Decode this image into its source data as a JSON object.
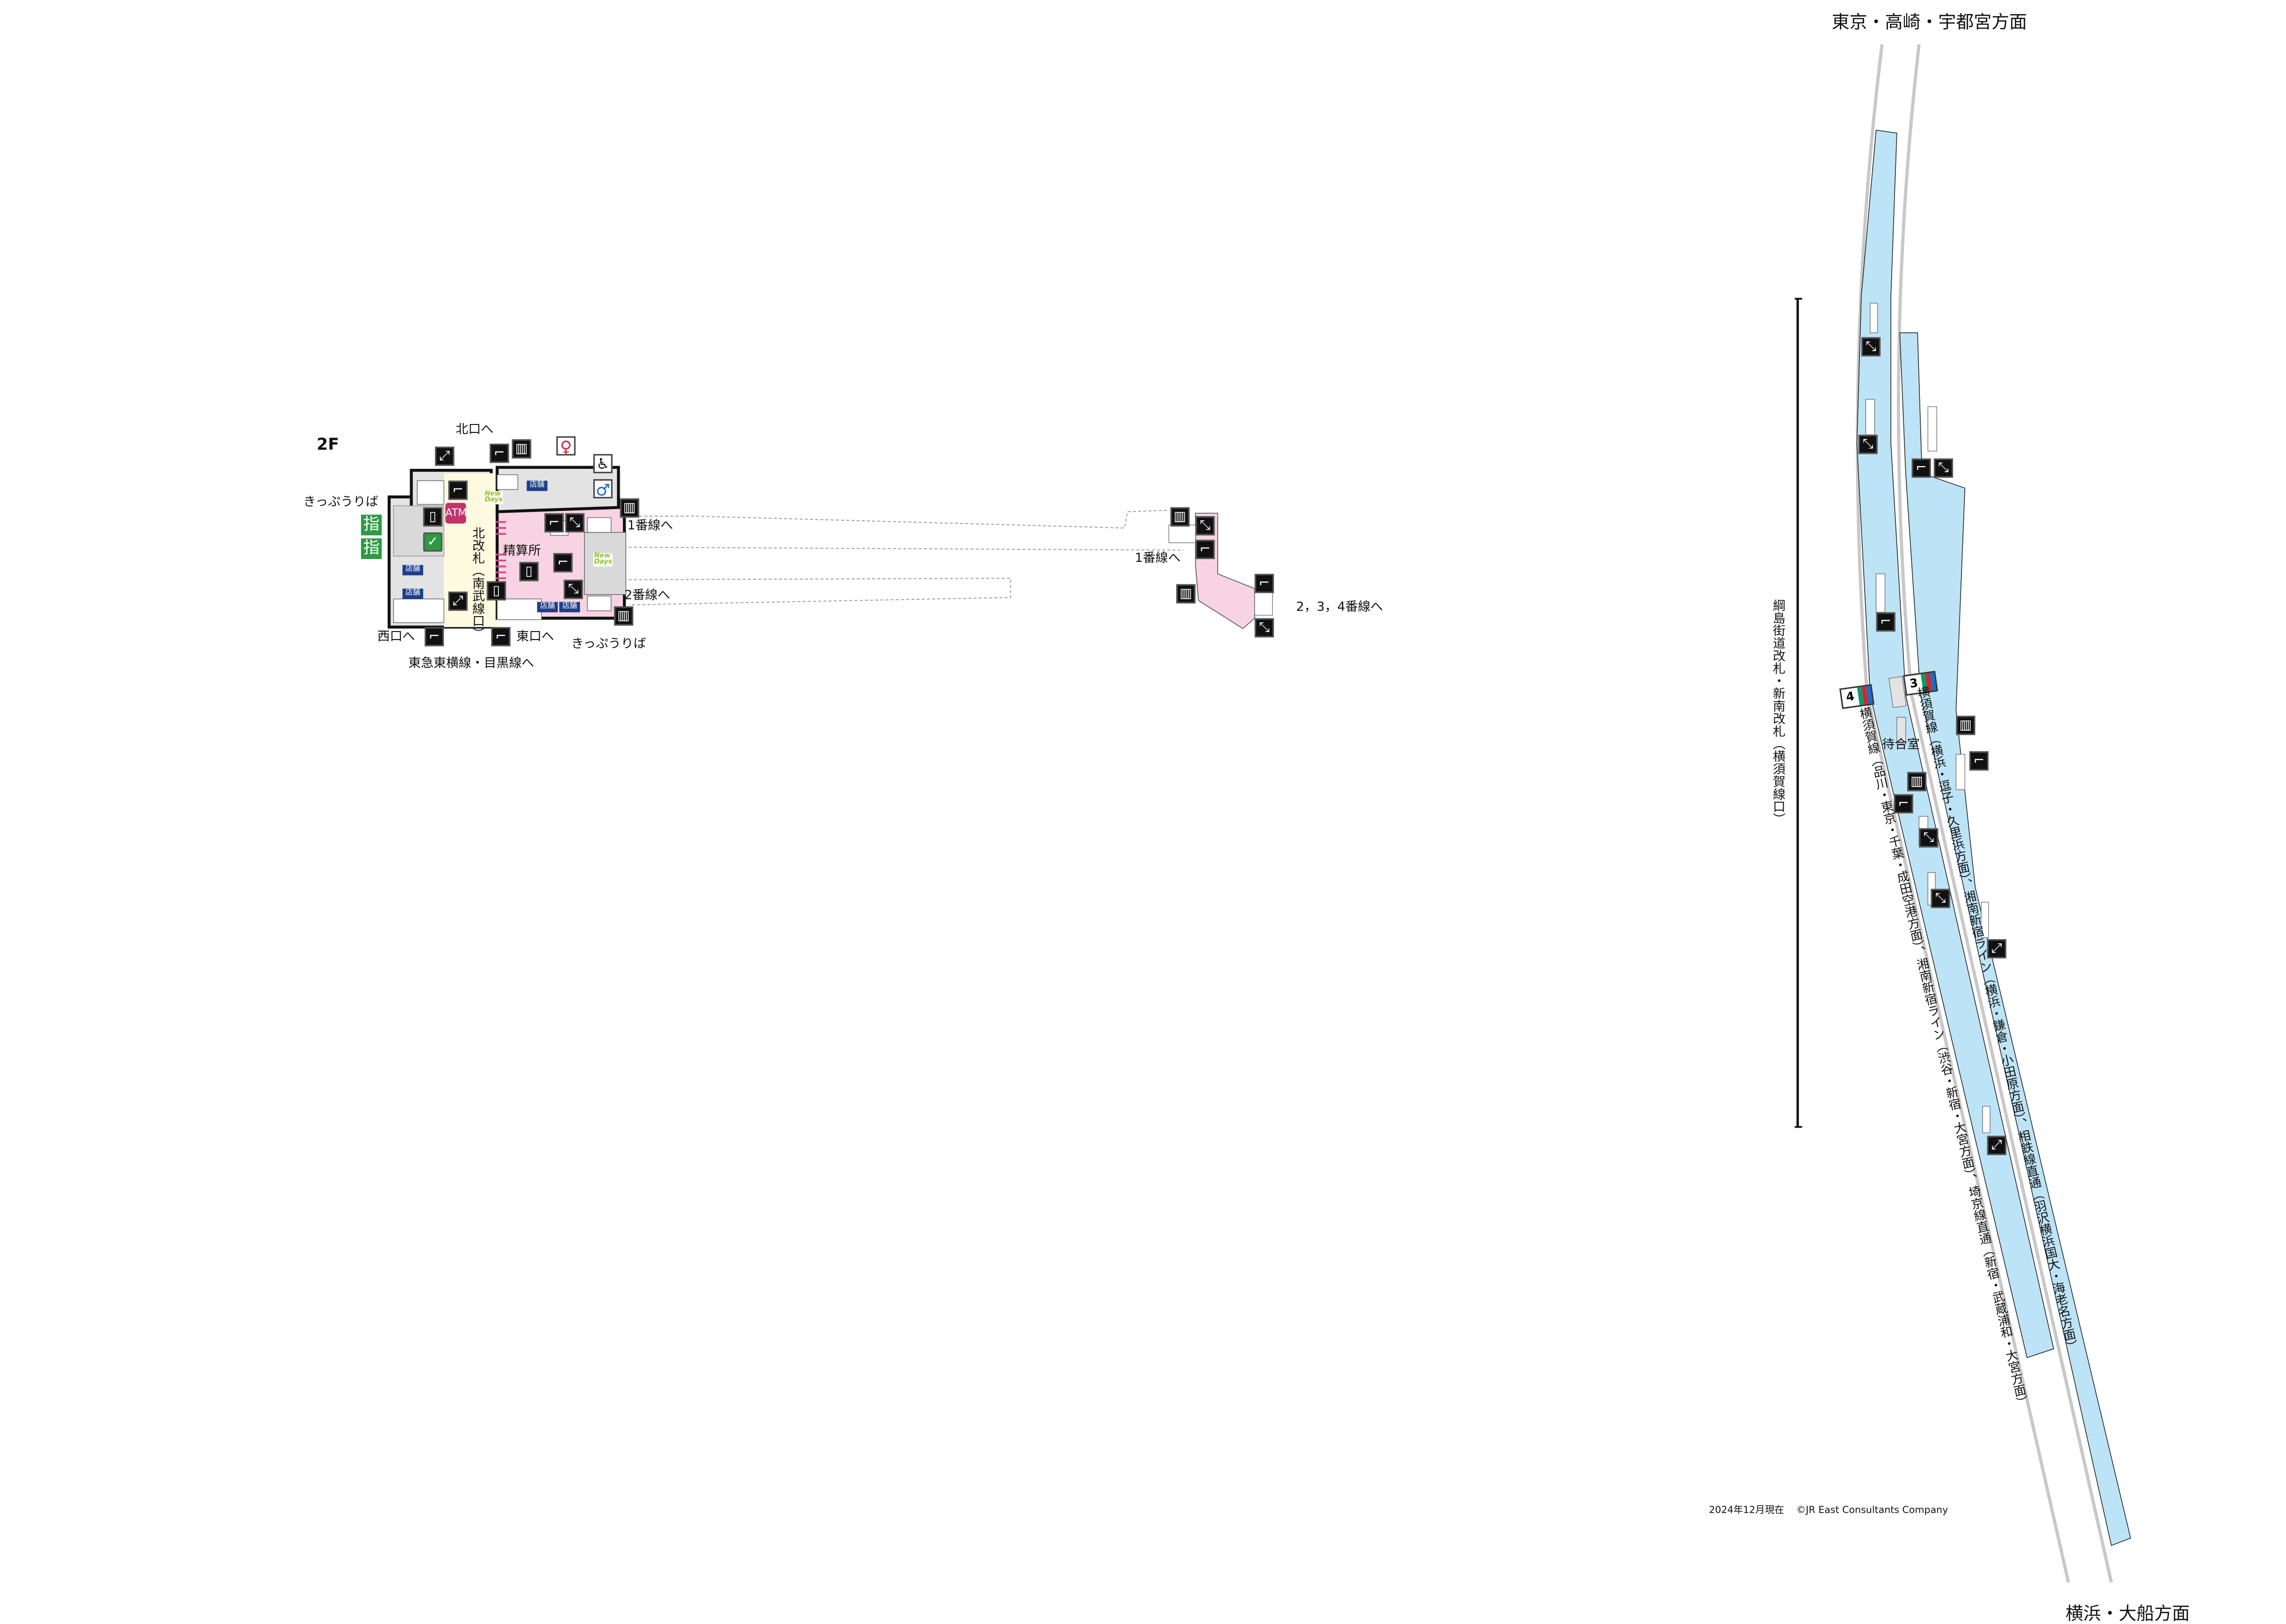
{
  "floor_label": "2F",
  "concourse": {
    "north_exit": "北口へ",
    "ticket_office_1": "きっぷうりば",
    "ticket_office_2": "きっぷうりば",
    "reserved_1": "指",
    "reserved_2": "指",
    "atm": "ATM",
    "north_gate": "北改札（南武線口）",
    "fare_adjust": "精算所",
    "shop": "店舗",
    "newdays_1": "New Days",
    "newdays_2": "New Days",
    "to_track1": "1番線へ",
    "to_track2": "2番線へ",
    "west_exit": "西口へ",
    "east_exit": "東口へ",
    "tokyu": "東急東横線・目黒線へ",
    "to_track1_b": "1番線へ",
    "to_tracks234": "2，3，4番線へ"
  },
  "platform": {
    "north_direction": "東京・高崎・宇都宮方面",
    "south_direction": "横浜・大船方面",
    "gate_label": "綱島街道改札・新南改札（横須賀線口）",
    "waiting_room": "待合室",
    "track4": {
      "number": "4",
      "lines": "横須賀線（品川・東京・千葉・成田空港方面）、湘南新宿ライン（渋谷・新宿・大宮方面）、埼京線直通（新宿・武蔵浦和・大宮方面）"
    },
    "track3": {
      "number": "3",
      "lines": "横須賀線（横浜・逗子・久里浜方面）、湘南新宿ライン（横浜・鎌倉・小田原方面）、相鉄線直通（羽沢横浜国大・海老名方面）"
    },
    "line_colors": [
      "#0a9c6b",
      "#d0262e",
      "#1e6bc4"
    ]
  },
  "footer": {
    "date": "2024年12月現在",
    "copyright": "©JR East Consultants Company"
  },
  "colors": {
    "platform": "#bde3f6",
    "concourse_pink": "#f8d3e3",
    "gate_cream": "#fdfae0",
    "shop_gray": "#e3e3e3"
  }
}
